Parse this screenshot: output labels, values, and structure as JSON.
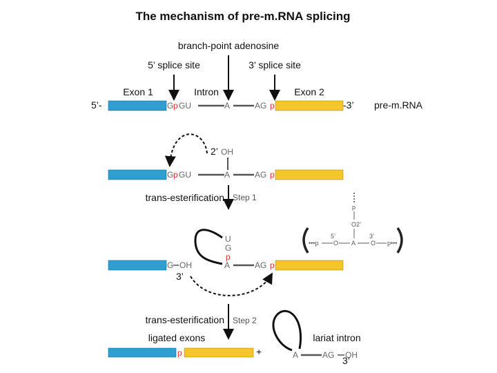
{
  "title": "The mechanism of pre-m.RNA splicing",
  "labels": {
    "branch_point": "branch-point adenosine",
    "splice5": "5’ splice site",
    "splice3": "3’ splice site",
    "exon1": "Exon 1",
    "intron": "Intron",
    "exon2": "Exon 2",
    "five_prime": "5’-",
    "three_prime": "-3’",
    "pre_mrna": "pre-m.RNA",
    "oh_2": "2’",
    "trans1": "trans-esterification",
    "step1": "Step 1",
    "trans2": "trans-esterification",
    "step2": "Step 2",
    "three_a": "3’",
    "ligated": "ligated exons",
    "lariat": "lariat intron",
    "three_b": "3’"
  },
  "seq": {
    "g": "G",
    "p": "p",
    "gu": "GU",
    "a": "A",
    "ag": "AG",
    "oh": "OH",
    "u": "U",
    "plus": "+",
    "inset_p": "p",
    "inset_o2": "O2’",
    "inset_5": "5’",
    "inset_3": "3’",
    "inset_o": "O",
    "inset_a": "A",
    "inset_ppp": "•••p",
    "inset_pppr": "p•••"
  },
  "colors": {
    "exon1": "#2e9fd0",
    "exon2": "#f5c52c",
    "phosphate": "#d9342b"
  }
}
